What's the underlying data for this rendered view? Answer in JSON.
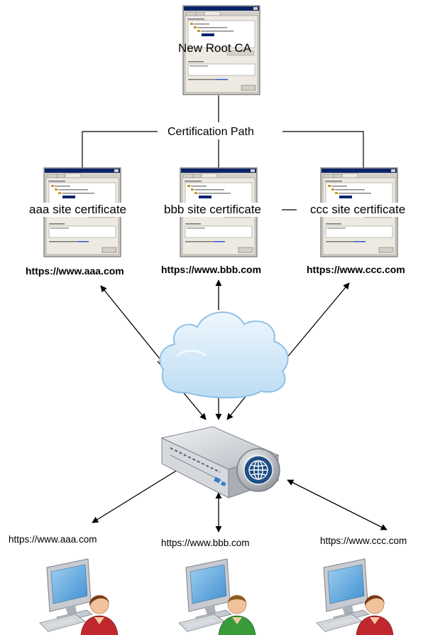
{
  "root": {
    "label": "New Root CA"
  },
  "path_label": "Certification Path",
  "certificates": [
    {
      "label": "aaa site certificate",
      "url": "https://www.aaa.com"
    },
    {
      "label": "bbb site certificate",
      "url": "https://www.bbb.com"
    },
    {
      "label": "ccc site certificate",
      "url": "https://www.ccc.com"
    }
  ],
  "clients": [
    {
      "url": "https://www.aaa.com",
      "user_color": "#c0282d"
    },
    {
      "url": "https://www.bbb.com",
      "user_color": "#3a9b3a"
    },
    {
      "url": "https://www.ccc.com",
      "user_color": "#c0282d"
    }
  ],
  "colors": {
    "dialog_title": "#0a246a",
    "cloud": "#cfe6f7",
    "monitor_screen": "#6aaee0",
    "appliance": "#c9ccd2"
  },
  "icons": [
    "certificate-dialog-icon",
    "cloud-icon",
    "network-appliance-icon",
    "globe-icon",
    "computer-icon",
    "user-icon"
  ]
}
